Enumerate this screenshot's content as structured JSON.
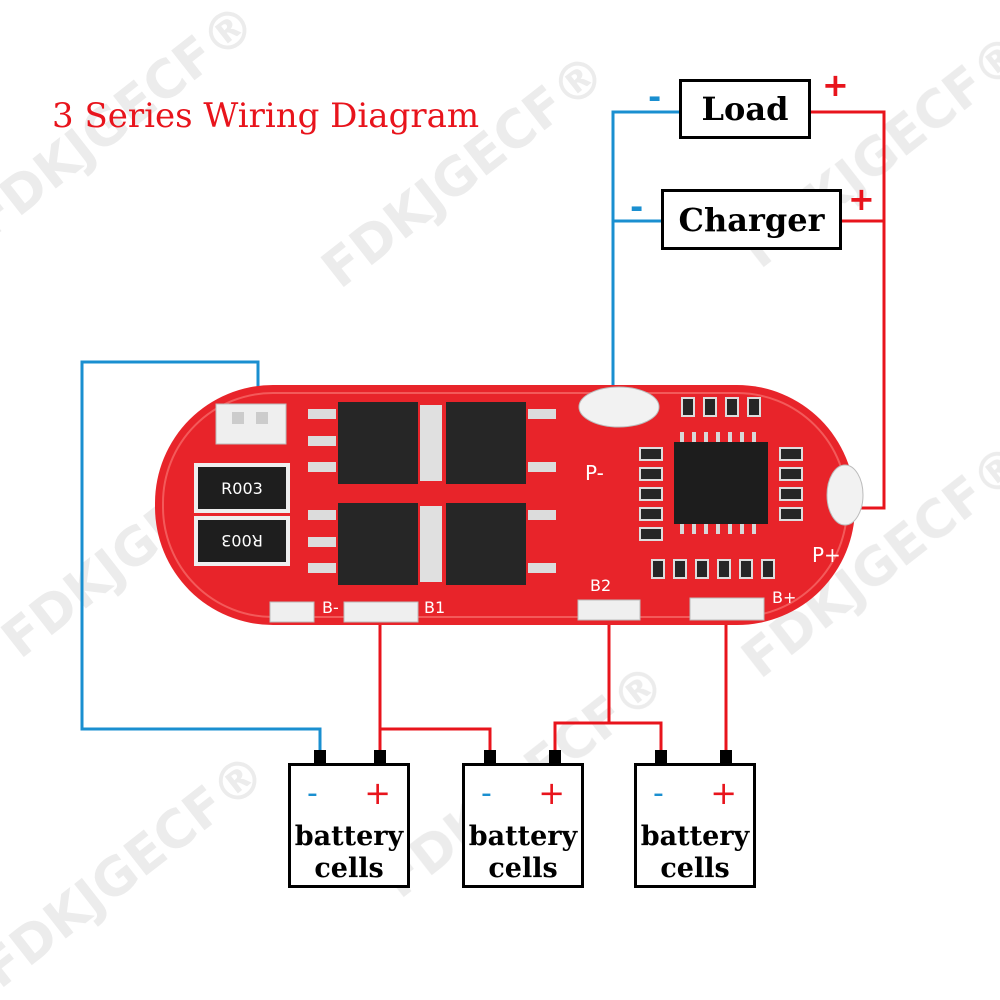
{
  "title": "3 Series Wiring Diagram",
  "load": {
    "label": "Load",
    "minus": "-",
    "plus": "+"
  },
  "charger": {
    "label": "Charger",
    "minus": "-",
    "plus": "+"
  },
  "batteries": [
    {
      "minus": "-",
      "plus": "+",
      "label": "battery\ncells"
    },
    {
      "minus": "-",
      "plus": "+",
      "label": "battery\ncells"
    },
    {
      "minus": "-",
      "plus": "+",
      "label": "battery\ncells"
    }
  ],
  "board": {
    "resistor_top": "R003",
    "resistor_bottom": "R003",
    "pads": {
      "b_minus": "B-",
      "b1": "B1",
      "b2": "B2",
      "b_plus": "B+",
      "p_minus": "P-",
      "p_plus": "P+"
    }
  },
  "watermark": "FDKJGECF®",
  "colors": {
    "title": "#e8141c",
    "wire_neg": "#1a8fd0",
    "wire_pos": "#e8141c",
    "pcb": "#e8242a",
    "mosfet": "#262626"
  },
  "icons": [
    "mosfet-chip",
    "resistor",
    "bms-ic",
    "solder-pad"
  ]
}
